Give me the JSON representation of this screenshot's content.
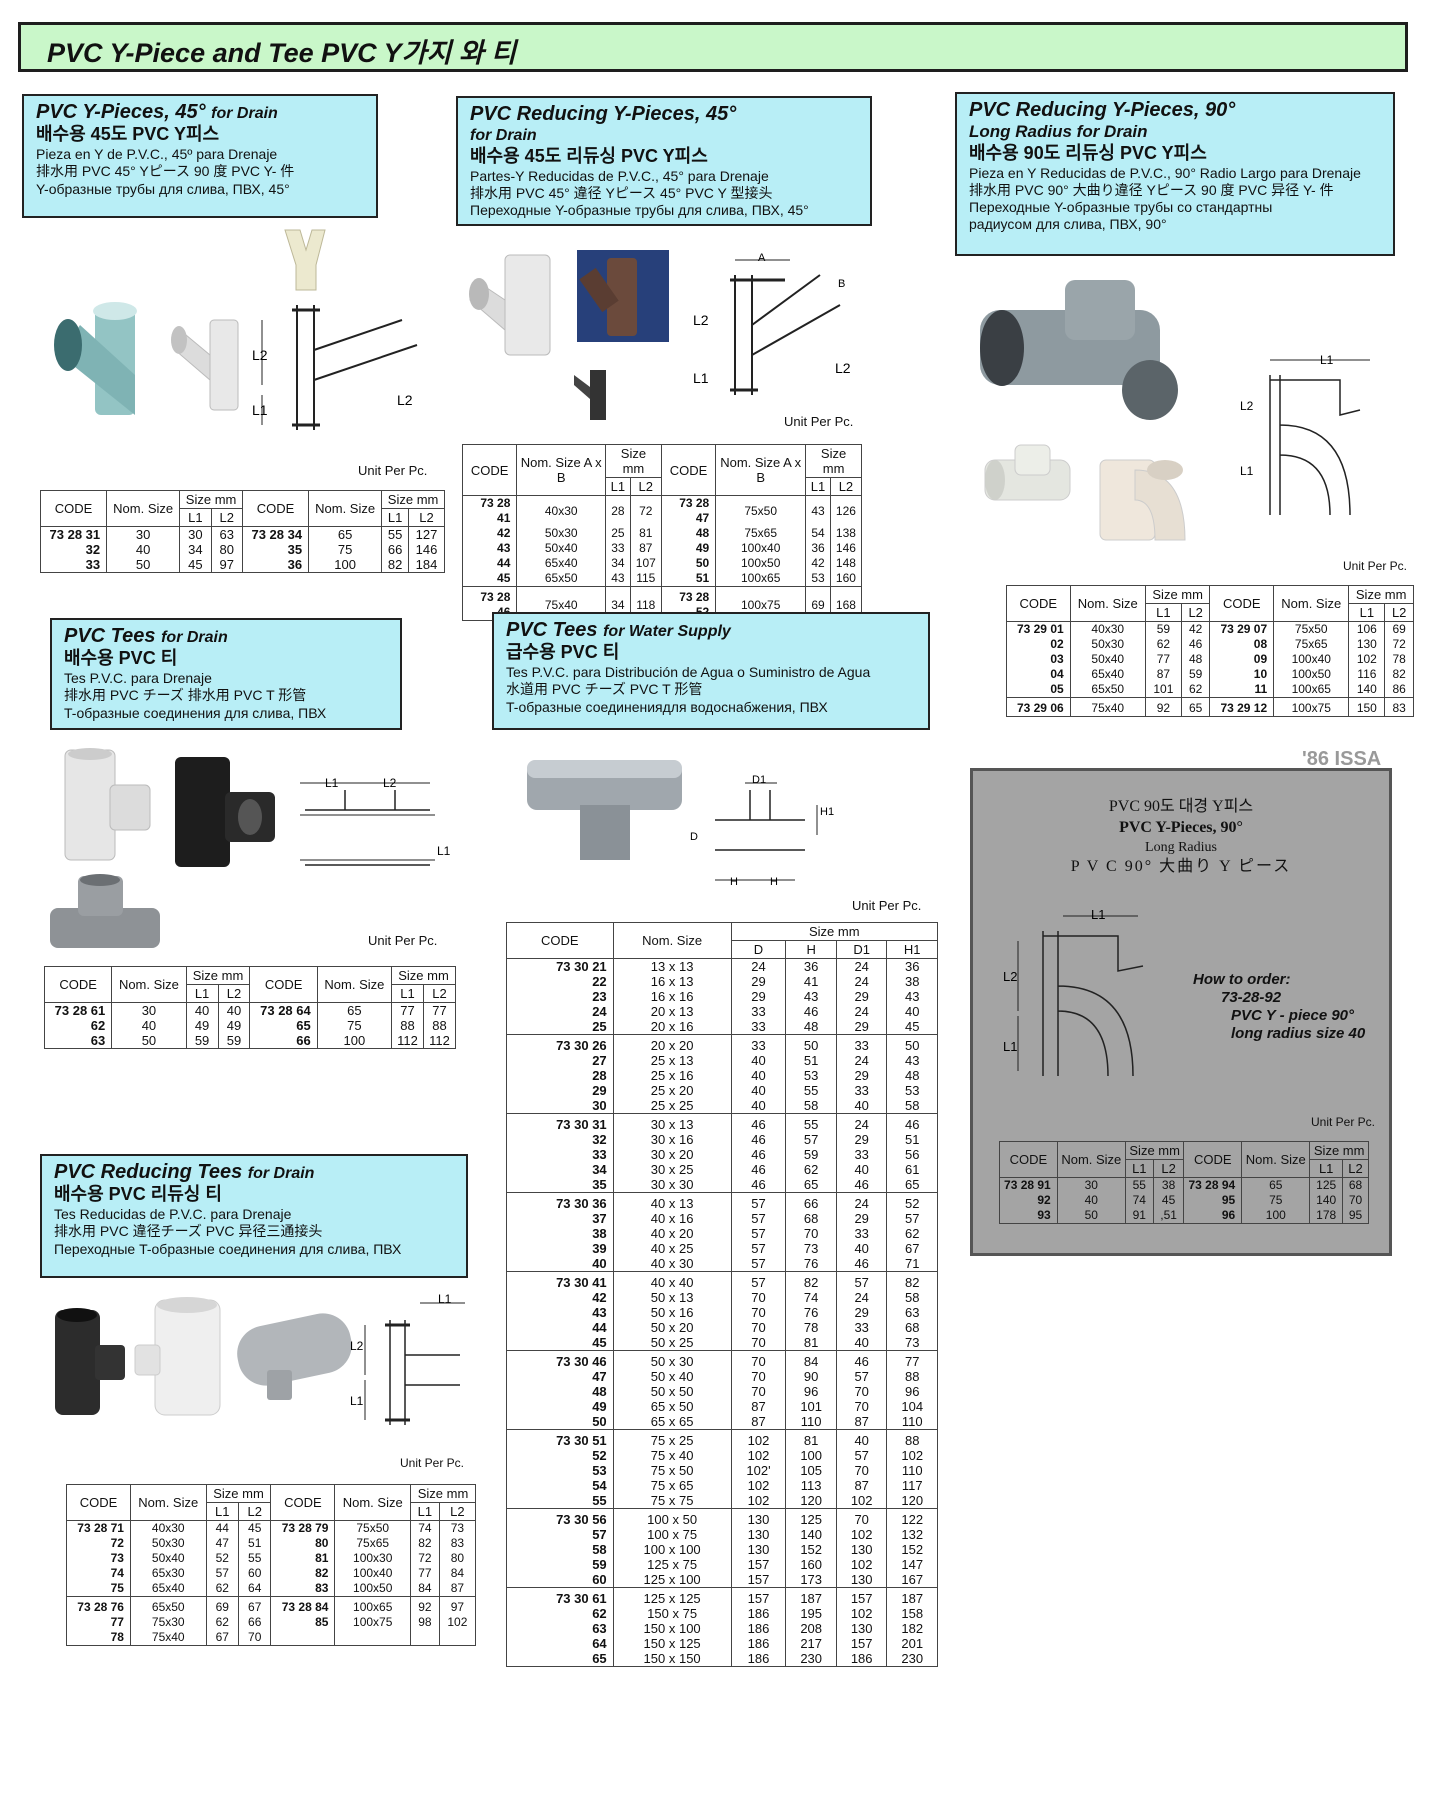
{
  "page_title": "PVC Y-Piece and Tee   PVC Y가지 와 티",
  "unit_per_pc": "Unit Per Pc.",
  "sec1": {
    "title": "PVC Y-Pieces, 45°",
    "title_suffix": "for Drain",
    "ko": "배수용 45도 PVC Y피스",
    "es": "Pieza en Y de P.V.C., 45º para Drenaje",
    "ja": "排水用 PVC 45°  Yピース 90 度 PVC Y- 件",
    "ru": "Y-образные трубы для слива, ПВХ, 45°",
    "headers": {
      "code": "CODE",
      "nom": "Nom. Size",
      "size": "Size mm",
      "l1": "L1",
      "l2": "L2"
    },
    "rows": [
      [
        "73 28 31",
        "30",
        "30",
        "63",
        "73 28 34",
        "65",
        "55",
        "127"
      ],
      [
        "32",
        "40",
        "34",
        "80",
        "35",
        "75",
        "66",
        "146"
      ],
      [
        "33",
        "50",
        "45",
        "97",
        "36",
        "100",
        "82",
        "184"
      ]
    ]
  },
  "sec2": {
    "title": "PVC Reducing Y-Pieces, 45°",
    "title_suffix": "for Drain",
    "ko": "배수용 45도 리듀싱 PVC Y피스",
    "es": "Partes-Y Reducidas de P.V.C., 45° para Drenaje",
    "ja": "排水用 PVC 45° 違径 Yピース   45°  PVC Y 型接头",
    "ru": "Переходные Y-образные трубы для слива, ПВХ, 45°",
    "headers": {
      "code": "CODE",
      "nom": "Nom. Size A x B",
      "size": "Size mm",
      "l1": "L1",
      "l2": "L2"
    },
    "rows": [
      [
        "73 28 41",
        "40x30",
        "28",
        "72",
        "73 28 47",
        "75x50",
        "43",
        "126"
      ],
      [
        "42",
        "50x30",
        "25",
        "81",
        "48",
        "75x65",
        "54",
        "138"
      ],
      [
        "43",
        "50x40",
        "33",
        "87",
        "49",
        "100x40",
        "36",
        "146"
      ],
      [
        "44",
        "65x40",
        "34",
        "107",
        "50",
        "100x50",
        "42",
        "148"
      ],
      [
        "45",
        "65x50",
        "43",
        "115",
        "51",
        "100x65",
        "53",
        "160"
      ]
    ],
    "rows2": [
      [
        "73 28 46",
        "75x40",
        "34",
        "118",
        "73 28 52",
        "100x75",
        "69",
        "168"
      ]
    ]
  },
  "sec3": {
    "title": "PVC Reducing Y-Pieces, 90°",
    "title2": "Long Radius for Drain",
    "ko": "배수용 90도 리듀싱 PVC Y피스",
    "es": "Pieza en Y Reducidas de P.V.C., 90° Radio Largo para Drenaje",
    "ja": "排水用 PVC 90° 大曲り違径 Yピース   90 度 PVC 异径 Y- 件",
    "ru1": "Переходные Y-образные трубы со стандартны",
    "ru2": "радиусом для слива, ПВХ, 90°",
    "headers": {
      "code": "CODE",
      "nom": "Nom. Size",
      "size": "Size mm",
      "l1": "L1",
      "l2": "L2"
    },
    "rows": [
      [
        "73 29 01",
        "40x30",
        "59",
        "42",
        "73 29 07",
        "75x50",
        "106",
        "69"
      ],
      [
        "02",
        "50x30",
        "62",
        "46",
        "08",
        "75x65",
        "130",
        "72"
      ],
      [
        "03",
        "50x40",
        "77",
        "48",
        "09",
        "100x40",
        "102",
        "78"
      ],
      [
        "04",
        "65x40",
        "87",
        "59",
        "10",
        "100x50",
        "116",
        "82"
      ],
      [
        "05",
        "65x50",
        "101",
        "62",
        "11",
        "100x65",
        "140",
        "86"
      ]
    ],
    "rows2": [
      [
        "73 29 06",
        "75x40",
        "92",
        "65",
        "73 29 12",
        "100x75",
        "150",
        "83"
      ]
    ]
  },
  "sec4": {
    "title": "PVC Tees",
    "title_suffix": "for Drain",
    "ko": "배수용 PVC 티",
    "es": "Tes P.V.C. para Drenaje",
    "ja": "排水用 PVC  チーズ     排水用 PVC T 形管",
    "ru": "T-образные соединения для слива, ПВХ",
    "headers": {
      "code": "CODE",
      "nom": "Nom. Size",
      "size": "Size mm",
      "l1": "L1",
      "l2": "L2"
    },
    "rows": [
      [
        "73 28 61",
        "30",
        "40",
        "40",
        "73 28 64",
        "65",
        "77",
        "77"
      ],
      [
        "62",
        "40",
        "49",
        "49",
        "65",
        "75",
        "88",
        "88"
      ],
      [
        "63",
        "50",
        "59",
        "59",
        "66",
        "100",
        "112",
        "112"
      ]
    ]
  },
  "sec5": {
    "title": "PVC Tees",
    "title_suffix": "for Water Supply",
    "ko": "급수용 PVC 티",
    "es": "Tes P.V.C. para Distribución de Agua o Suministro de Agua",
    "ja": "水道用 PVC チーズ     PVC T 形管",
    "ru": "T-образные соединениядля водоснабжения, ПВХ",
    "headers": {
      "code": "CODE",
      "nom": "Nom. Size",
      "size": "Size mm",
      "d": "D",
      "h": "H",
      "d1": "D1",
      "h1": "H1"
    },
    "groups": [
      [
        [
          "73 30 21",
          "13 x  13",
          "24",
          "36",
          "24",
          "36"
        ],
        [
          "22",
          "16 x  13",
          "29",
          "41",
          "24",
          "38"
        ],
        [
          "23",
          "16 x  16",
          "29",
          "43",
          "29",
          "43"
        ],
        [
          "24",
          "20 x  13",
          "33",
          "46",
          "24",
          "40"
        ],
        [
          "25",
          "20 x  16",
          "33",
          "48",
          "29",
          "45"
        ]
      ],
      [
        [
          "73 30 26",
          "20 x  20",
          "33",
          "50",
          "33",
          "50"
        ],
        [
          "27",
          "25 x  13",
          "40",
          "51",
          "24",
          "43"
        ],
        [
          "28",
          "25 x  16",
          "40",
          "53",
          "29",
          "48"
        ],
        [
          "29",
          "25 x  20",
          "40",
          "55",
          "33",
          "53"
        ],
        [
          "30",
          "25 x  25",
          "40",
          "58",
          "40",
          "58"
        ]
      ],
      [
        [
          "73 30 31",
          "30 x  13",
          "46",
          "55",
          "24",
          "46"
        ],
        [
          "32",
          "30 x  16",
          "46",
          "57",
          "29",
          "51"
        ],
        [
          "33",
          "30 x  20",
          "46",
          "59",
          "33",
          "56"
        ],
        [
          "34",
          "30 x  25",
          "46",
          "62",
          "40",
          "61"
        ],
        [
          "35",
          "30 x  30",
          "46",
          "65",
          "46",
          "65"
        ]
      ],
      [
        [
          "73 30 36",
          "40 x  13",
          "57",
          "66",
          "24",
          "52"
        ],
        [
          "37",
          "40 x  16",
          "57",
          "68",
          "29",
          "57"
        ],
        [
          "38",
          "40 x  20",
          "57",
          "70",
          "33",
          "62"
        ],
        [
          "39",
          "40 x  25",
          "57",
          "73",
          "40",
          "67"
        ],
        [
          "40",
          "40 x  30",
          "57",
          "76",
          "46",
          "71"
        ]
      ],
      [
        [
          "73 30 41",
          "40 x  40",
          "57",
          "82",
          "57",
          "82"
        ],
        [
          "42",
          "50 x  13",
          "70",
          "74",
          "24",
          "58"
        ],
        [
          "43",
          "50 x  16",
          "70",
          "76",
          "29",
          "63"
        ],
        [
          "44",
          "50 x  20",
          "70",
          "78",
          "33",
          "68"
        ],
        [
          "45",
          "50 x  25",
          "70",
          "81",
          "40",
          "73"
        ]
      ],
      [
        [
          "73 30 46",
          "50 x  30",
          "70",
          "84",
          "46",
          "77"
        ],
        [
          "47",
          "50 x  40",
          "70",
          "90",
          "57",
          "88"
        ],
        [
          "48",
          "50 x  50",
          "70",
          "96",
          "70",
          "96"
        ],
        [
          "49",
          "65 x  50",
          "87",
          "101",
          "70",
          "104"
        ],
        [
          "50",
          "65 x  65",
          "87",
          "110",
          "87",
          "110"
        ]
      ],
      [
        [
          "73 30 51",
          "75 x  25",
          "102",
          "81",
          "40",
          "88"
        ],
        [
          "52",
          "75 x  40",
          "102",
          "100",
          "57",
          "102"
        ],
        [
          "53",
          "75 x  50",
          "102'",
          "105",
          "70",
          "110"
        ],
        [
          "54",
          "75 x  65",
          "102",
          "113",
          "87",
          "117"
        ],
        [
          "55",
          "75 x  75",
          "102",
          "120",
          "102",
          "120"
        ]
      ],
      [
        [
          "73 30 56",
          "100 x  50",
          "130",
          "125",
          "70",
          "122"
        ],
        [
          "57",
          "100 x  75",
          "130",
          "140",
          "102",
          "132"
        ],
        [
          "58",
          "100 x 100",
          "130",
          "152",
          "130",
          "152"
        ],
        [
          "59",
          "125 x  75",
          "157",
          "160",
          "102",
          "147"
        ],
        [
          "60",
          "125 x 100",
          "157",
          "173",
          "130",
          "167"
        ]
      ],
      [
        [
          "73 30 61",
          "125 x 125",
          "157",
          "187",
          "157",
          "187"
        ],
        [
          "62",
          "150 x  75",
          "186",
          "195",
          "102",
          "158"
        ],
        [
          "63",
          "150 x 100",
          "186",
          "208",
          "130",
          "182"
        ],
        [
          "64",
          "150 x 125",
          "186",
          "217",
          "157",
          "201"
        ],
        [
          "65",
          "150 x 150",
          "186",
          "230",
          "186",
          "230"
        ]
      ]
    ]
  },
  "sec6": {
    "title": "PVC Reducing Tees",
    "title_suffix": "for Drain",
    "ko": "배수용 PVC 리듀싱 티",
    "es": "Tes Reducidas de P.V.C. para Drenaje",
    "ja": "排水用 PVC 違径チーズ     PVC 异径三通接头",
    "ru": "Переходные T-образные соединения для слива, ПВХ",
    "headers": {
      "code": "CODE",
      "nom": "Nom. Size",
      "size": "Size mm",
      "l1": "L1",
      "l2": "L2"
    },
    "rows": [
      [
        "73 28 71",
        "40x30",
        "44",
        "45",
        "73 28 79",
        "75x50",
        "74",
        "73"
      ],
      [
        "72",
        "50x30",
        "47",
        "51",
        "80",
        "75x65",
        "82",
        "83"
      ],
      [
        "73",
        "50x40",
        "52",
        "55",
        "81",
        "100x30",
        "72",
        "80"
      ],
      [
        "74",
        "65x30",
        "57",
        "60",
        "82",
        "100x40",
        "77",
        "84"
      ],
      [
        "75",
        "65x40",
        "62",
        "64",
        "83",
        "100x50",
        "84",
        "87"
      ]
    ],
    "rows2": [
      [
        "73 28 76",
        "65x50",
        "69",
        "67",
        "73 28 84",
        "100x65",
        "92",
        "97"
      ],
      [
        "77",
        "75x30",
        "62",
        "66",
        "85",
        "100x75",
        "98",
        "102"
      ],
      [
        "78",
        "75x40",
        "67",
        "70",
        "",
        "",
        "",
        ""
      ]
    ]
  },
  "sec7": {
    "stamp": "'86 ISSA",
    "ko": "PVC 90도 대경 Y피스",
    "title": "PVC Y-Pieces, 90°",
    "sub": "Long Radius",
    "ja": "P V C  90° 大曲り Y ピース",
    "order1": "How to order:",
    "order2": "73-28-92",
    "order3": "PVC  Y  -  piece  90°",
    "order4": "long radius size 40",
    "headers": {
      "code": "CODE",
      "nom": "Nom. Size",
      "size": "Size mm",
      "l1": "L1",
      "l2": "L2"
    },
    "rows": [
      [
        "73 28 91",
        "30",
        "55",
        "38",
        "73 28 94",
        "65",
        "125",
        "68"
      ],
      [
        "92",
        "40",
        "74",
        "45",
        "95",
        "75",
        "140",
        "70"
      ],
      [
        "93",
        "50",
        "91",
        ",51",
        "96",
        "100",
        "178",
        "95"
      ]
    ]
  },
  "dims": {
    "l1": "L1",
    "l2": "L2",
    "a": "A",
    "b": "B",
    "d": "D",
    "h": "H",
    "d1": "D1",
    "h1": "H1"
  },
  "colors": {
    "banner": "#c9f7c9",
    "header_box": "#b8eef6",
    "gray_panel": "#a4a4a4"
  }
}
